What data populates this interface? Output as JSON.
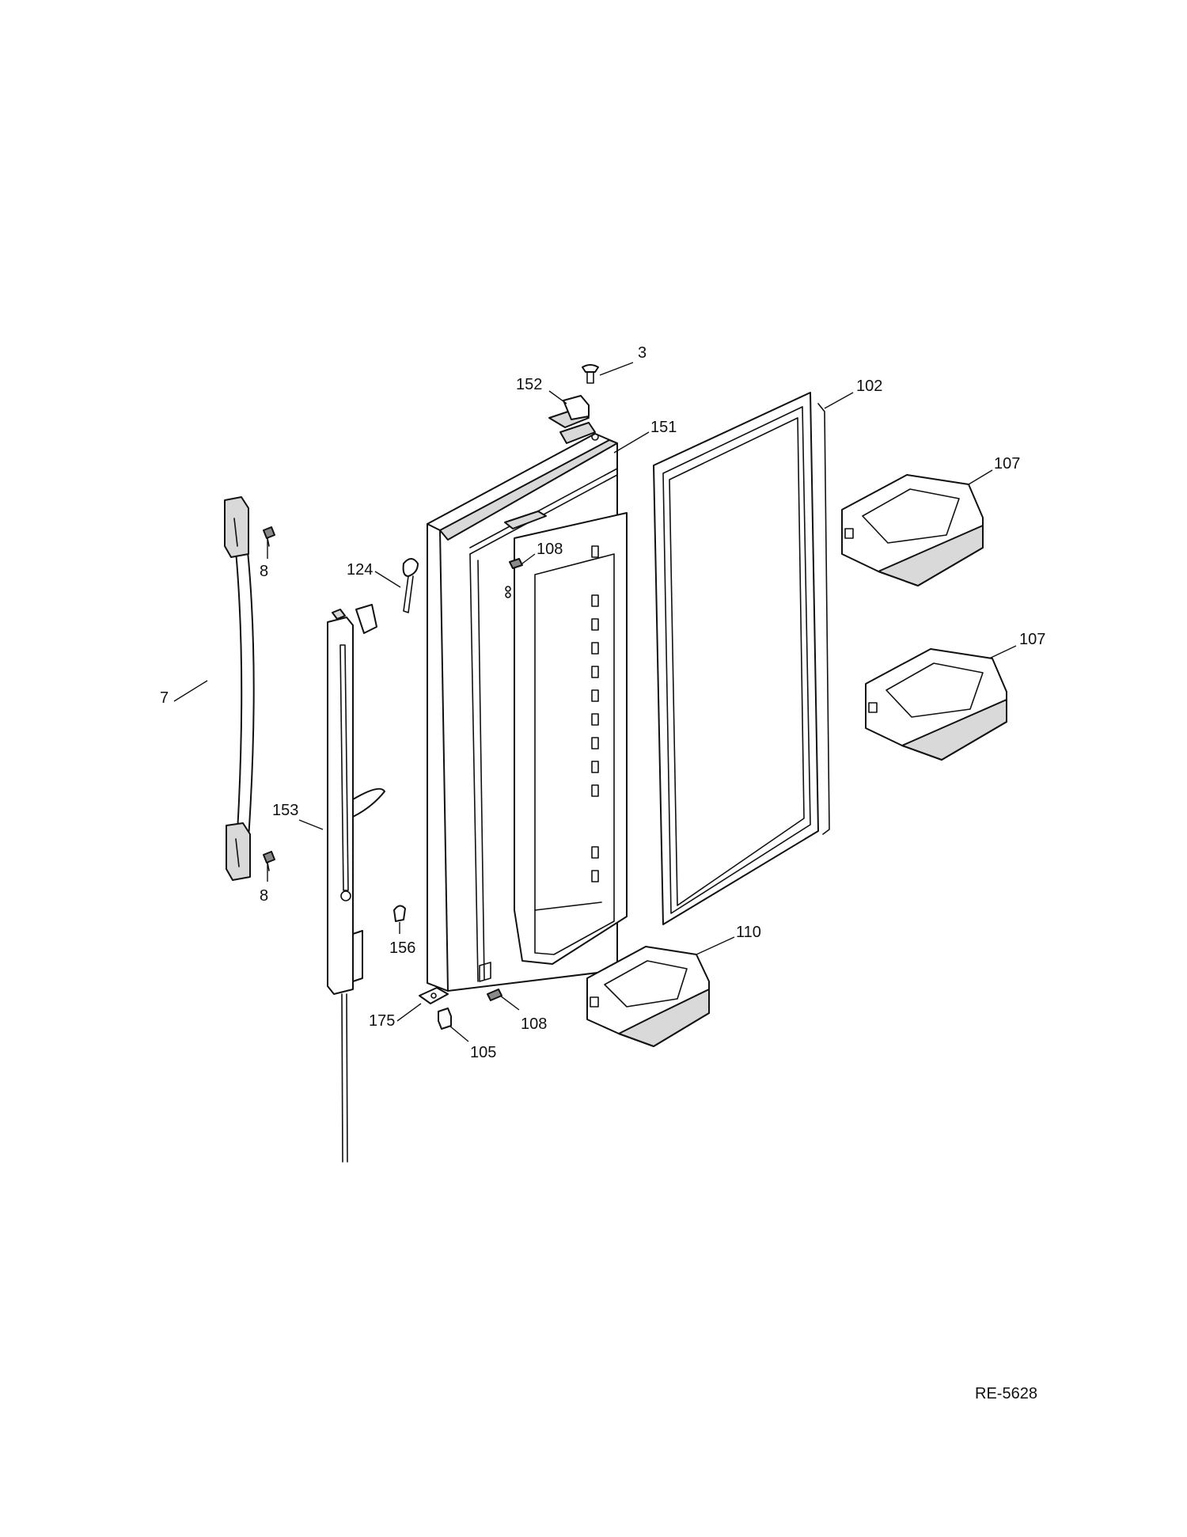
{
  "callouts": {
    "c3": "3",
    "c152": "152",
    "c151": "151",
    "c102": "102",
    "c107a": "107",
    "c107b": "107",
    "c108a": "108",
    "c124": "124",
    "c8a": "8",
    "c7": "7",
    "c153": "153",
    "c8b": "8",
    "c156": "156",
    "c110": "110",
    "c175": "175",
    "c108b": "108",
    "c105": "105"
  },
  "reference": "RE-5628"
}
